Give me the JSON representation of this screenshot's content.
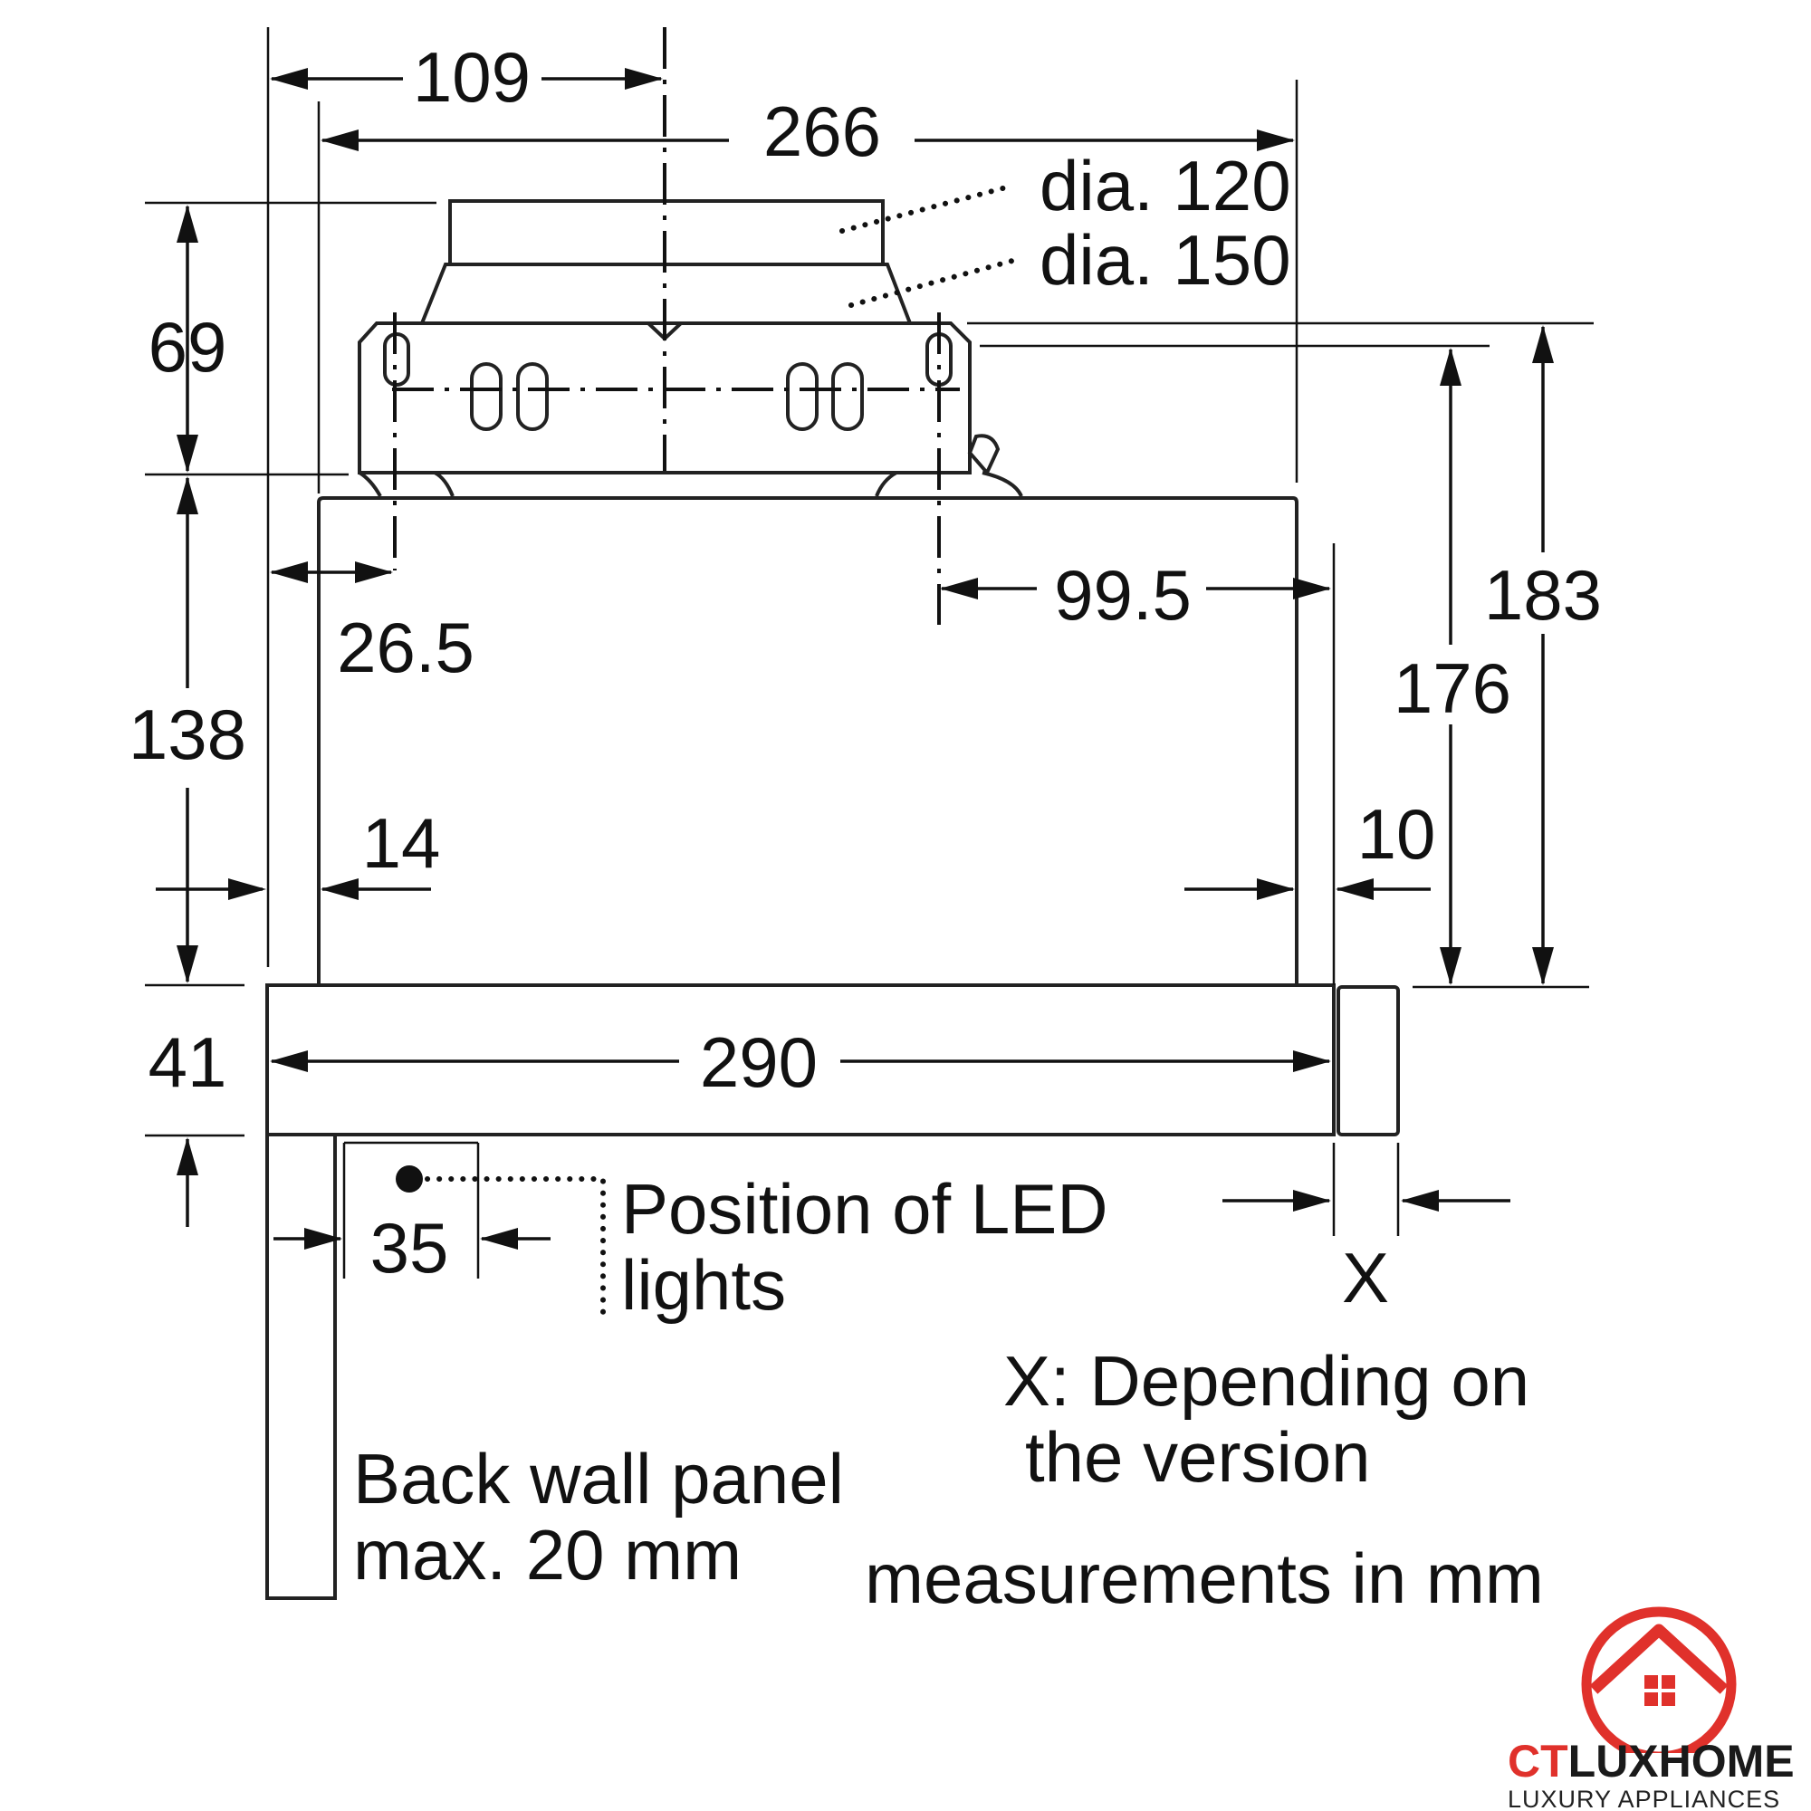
{
  "dimensions": {
    "d109": "109",
    "d266": "266",
    "d69": "69",
    "d138": "138",
    "d41": "41",
    "d26_5": "26.5",
    "d14": "14",
    "d99_5": "99.5",
    "d176": "176",
    "d183": "183",
    "d10": "10",
    "d290": "290",
    "d35": "35",
    "dx": "X"
  },
  "labels": {
    "dia_120": "dia. 120",
    "dia_150": "dia. 150",
    "led_line1": "Position of LED",
    "led_line2": "lights",
    "x_note_line1": "X: Depending on",
    "x_note_line2": "the version",
    "back_wall_line1": "Back wall panel",
    "back_wall_line2": "max. 20 mm",
    "units": "measurements in mm"
  },
  "logo": {
    "brand_part1": "CT",
    "brand_part2": "LUXHOME",
    "tagline": "LUXURY APPLIANCES",
    "color_red": "#e0312b",
    "color_dark": "#1a1a1a"
  }
}
